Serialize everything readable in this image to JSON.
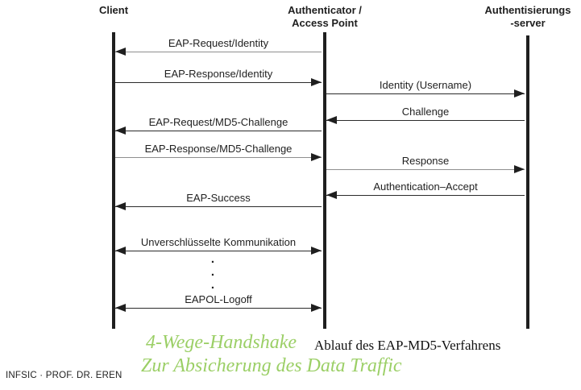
{
  "diagram": {
    "actors": [
      {
        "label": "Client"
      },
      {
        "label": "Authenticator /\nAccess Point"
      },
      {
        "label": "Authentisierungs\n-server"
      }
    ],
    "messages": [
      {
        "label": "EAP-Request/Identity",
        "direction": "left",
        "lane": "client-authenticator"
      },
      {
        "label": "EAP-Response/Identity",
        "direction": "right",
        "lane": "client-authenticator"
      },
      {
        "label": "Identity (Username)",
        "direction": "right",
        "lane": "authenticator-server"
      },
      {
        "label": "Challenge",
        "direction": "left",
        "lane": "authenticator-server"
      },
      {
        "label": "EAP-Request/MD5-Challenge",
        "direction": "left",
        "lane": "client-authenticator"
      },
      {
        "label": "EAP-Response/MD5-Challenge",
        "direction": "right",
        "lane": "client-authenticator"
      },
      {
        "label": "Response",
        "direction": "right",
        "lane": "authenticator-server"
      },
      {
        "label": "Authentication–Accept",
        "direction": "left",
        "lane": "authenticator-server"
      },
      {
        "label": "EAP-Success",
        "direction": "left",
        "lane": "client-authenticator"
      },
      {
        "label": "Unverschlüsselte Kommunikation",
        "direction": "both",
        "lane": "client-authenticator"
      },
      {
        "label": "EAPOL-Logoff",
        "direction": "both",
        "lane": "client-authenticator"
      }
    ],
    "ellipsis_dots": ".\n.\n."
  },
  "captions": {
    "diagram_caption": "Ablauf des EAP-MD5-Verfahrens",
    "handshake_line1": "4-Wege-Handshake",
    "handshake_line2": "Zur Absicherung des Data Traffic"
  },
  "footer": {
    "text": "INFSIC · PROF. DR. EREN"
  },
  "colors": {
    "accent_green": "#9bcf66",
    "line_black": "#1f1f1f",
    "line_gray": "#8f8f8f",
    "background": "#ffffff"
  }
}
